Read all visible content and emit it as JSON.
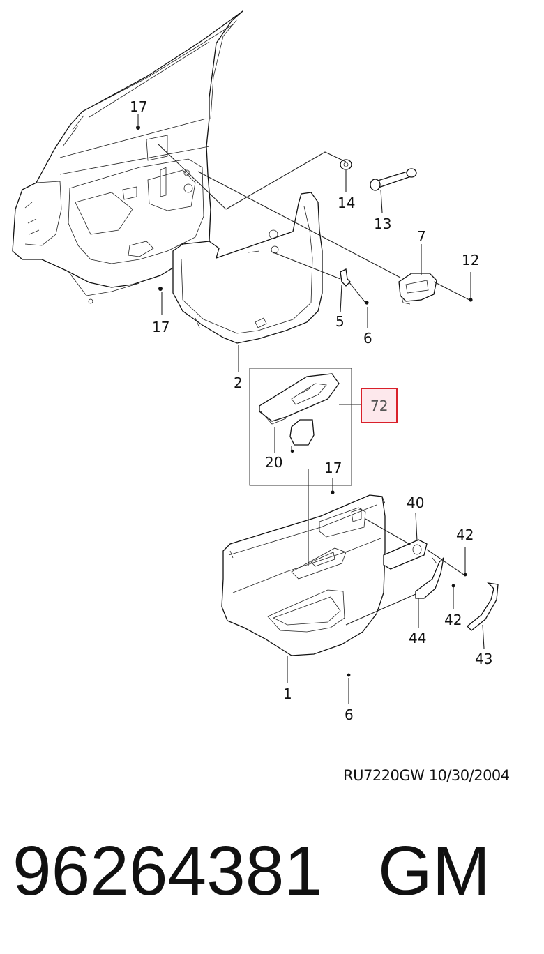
{
  "callouts": {
    "c17a": "17",
    "c14": "14",
    "c13": "13",
    "c7": "7",
    "c12": "12",
    "c17b": "17",
    "c5": "5",
    "c6a": "6",
    "c2": "2",
    "c72": "72",
    "c20": "20",
    "c17c": "17",
    "c40": "40",
    "c42a": "42",
    "c42b": "42",
    "c44": "44",
    "c43": "43",
    "c1": "1",
    "c6b": "6"
  },
  "highlight_color": "#d9202a",
  "highlight_fill": "#fde8ec",
  "drawing_code": "RU7220GW  10/30/2004",
  "part_number": "96264381",
  "brand": "GM"
}
